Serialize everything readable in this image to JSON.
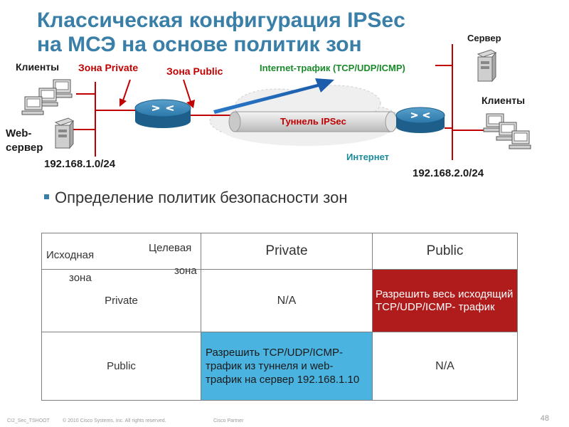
{
  "title": {
    "line1": "Классическая конфигурация IPSec",
    "line2": "на МСЭ на основе политик зон"
  },
  "diagram": {
    "clients_left": "Клиенты",
    "zone_private": "Зона Private",
    "zone_public": "Зона Public",
    "internet_traffic": "Internet-трафик (TCP/UDP/ICMP)",
    "server_right": "Сервер",
    "clients_right": "Клиенты",
    "web_server_line1": "Web-",
    "web_server_line2": "сервер",
    "tunnel": "Туннель IPSec",
    "internet": "Интернет",
    "net_left": "192.168.1.0/24",
    "net_right": "192.168.2.0/24"
  },
  "bullet": "Определение политик безопасности зон",
  "table": {
    "source_zone_word1": "Исходная",
    "source_zone_word2": "зона",
    "target_zone_word1": "Целевая",
    "target_zone_word2": "зона",
    "col_private": "Private",
    "col_public": "Public",
    "rows": [
      {
        "label": "Private",
        "private": "N/A",
        "public": "Разрешить весь исходящий TCP/UDP/ICMP- трафик"
      },
      {
        "label": "Public",
        "private": "Разрешить TCP/UDP/ICMP-трафик из туннеля и web-трафик на сервер 192.168.1.10",
        "public": "N/A"
      }
    ]
  },
  "footer": {
    "course": "CI2_Sec_TSHOOT",
    "copyright": "© 2010 Cisco Systems, Inc. All rights reserved.",
    "partner": "Cisco Partner",
    "page": "48"
  },
  "colors": {
    "title": "#3a7fa8",
    "zone_label": "#c00000",
    "internet_traffic": "#1a8a2a",
    "tunnel_text": "#c00000",
    "internet_text": "#1a8a9a",
    "allow_out_cell": "#b01c1c",
    "allow_in_cell": "#4bb3df",
    "router": "#1f6fa0"
  }
}
